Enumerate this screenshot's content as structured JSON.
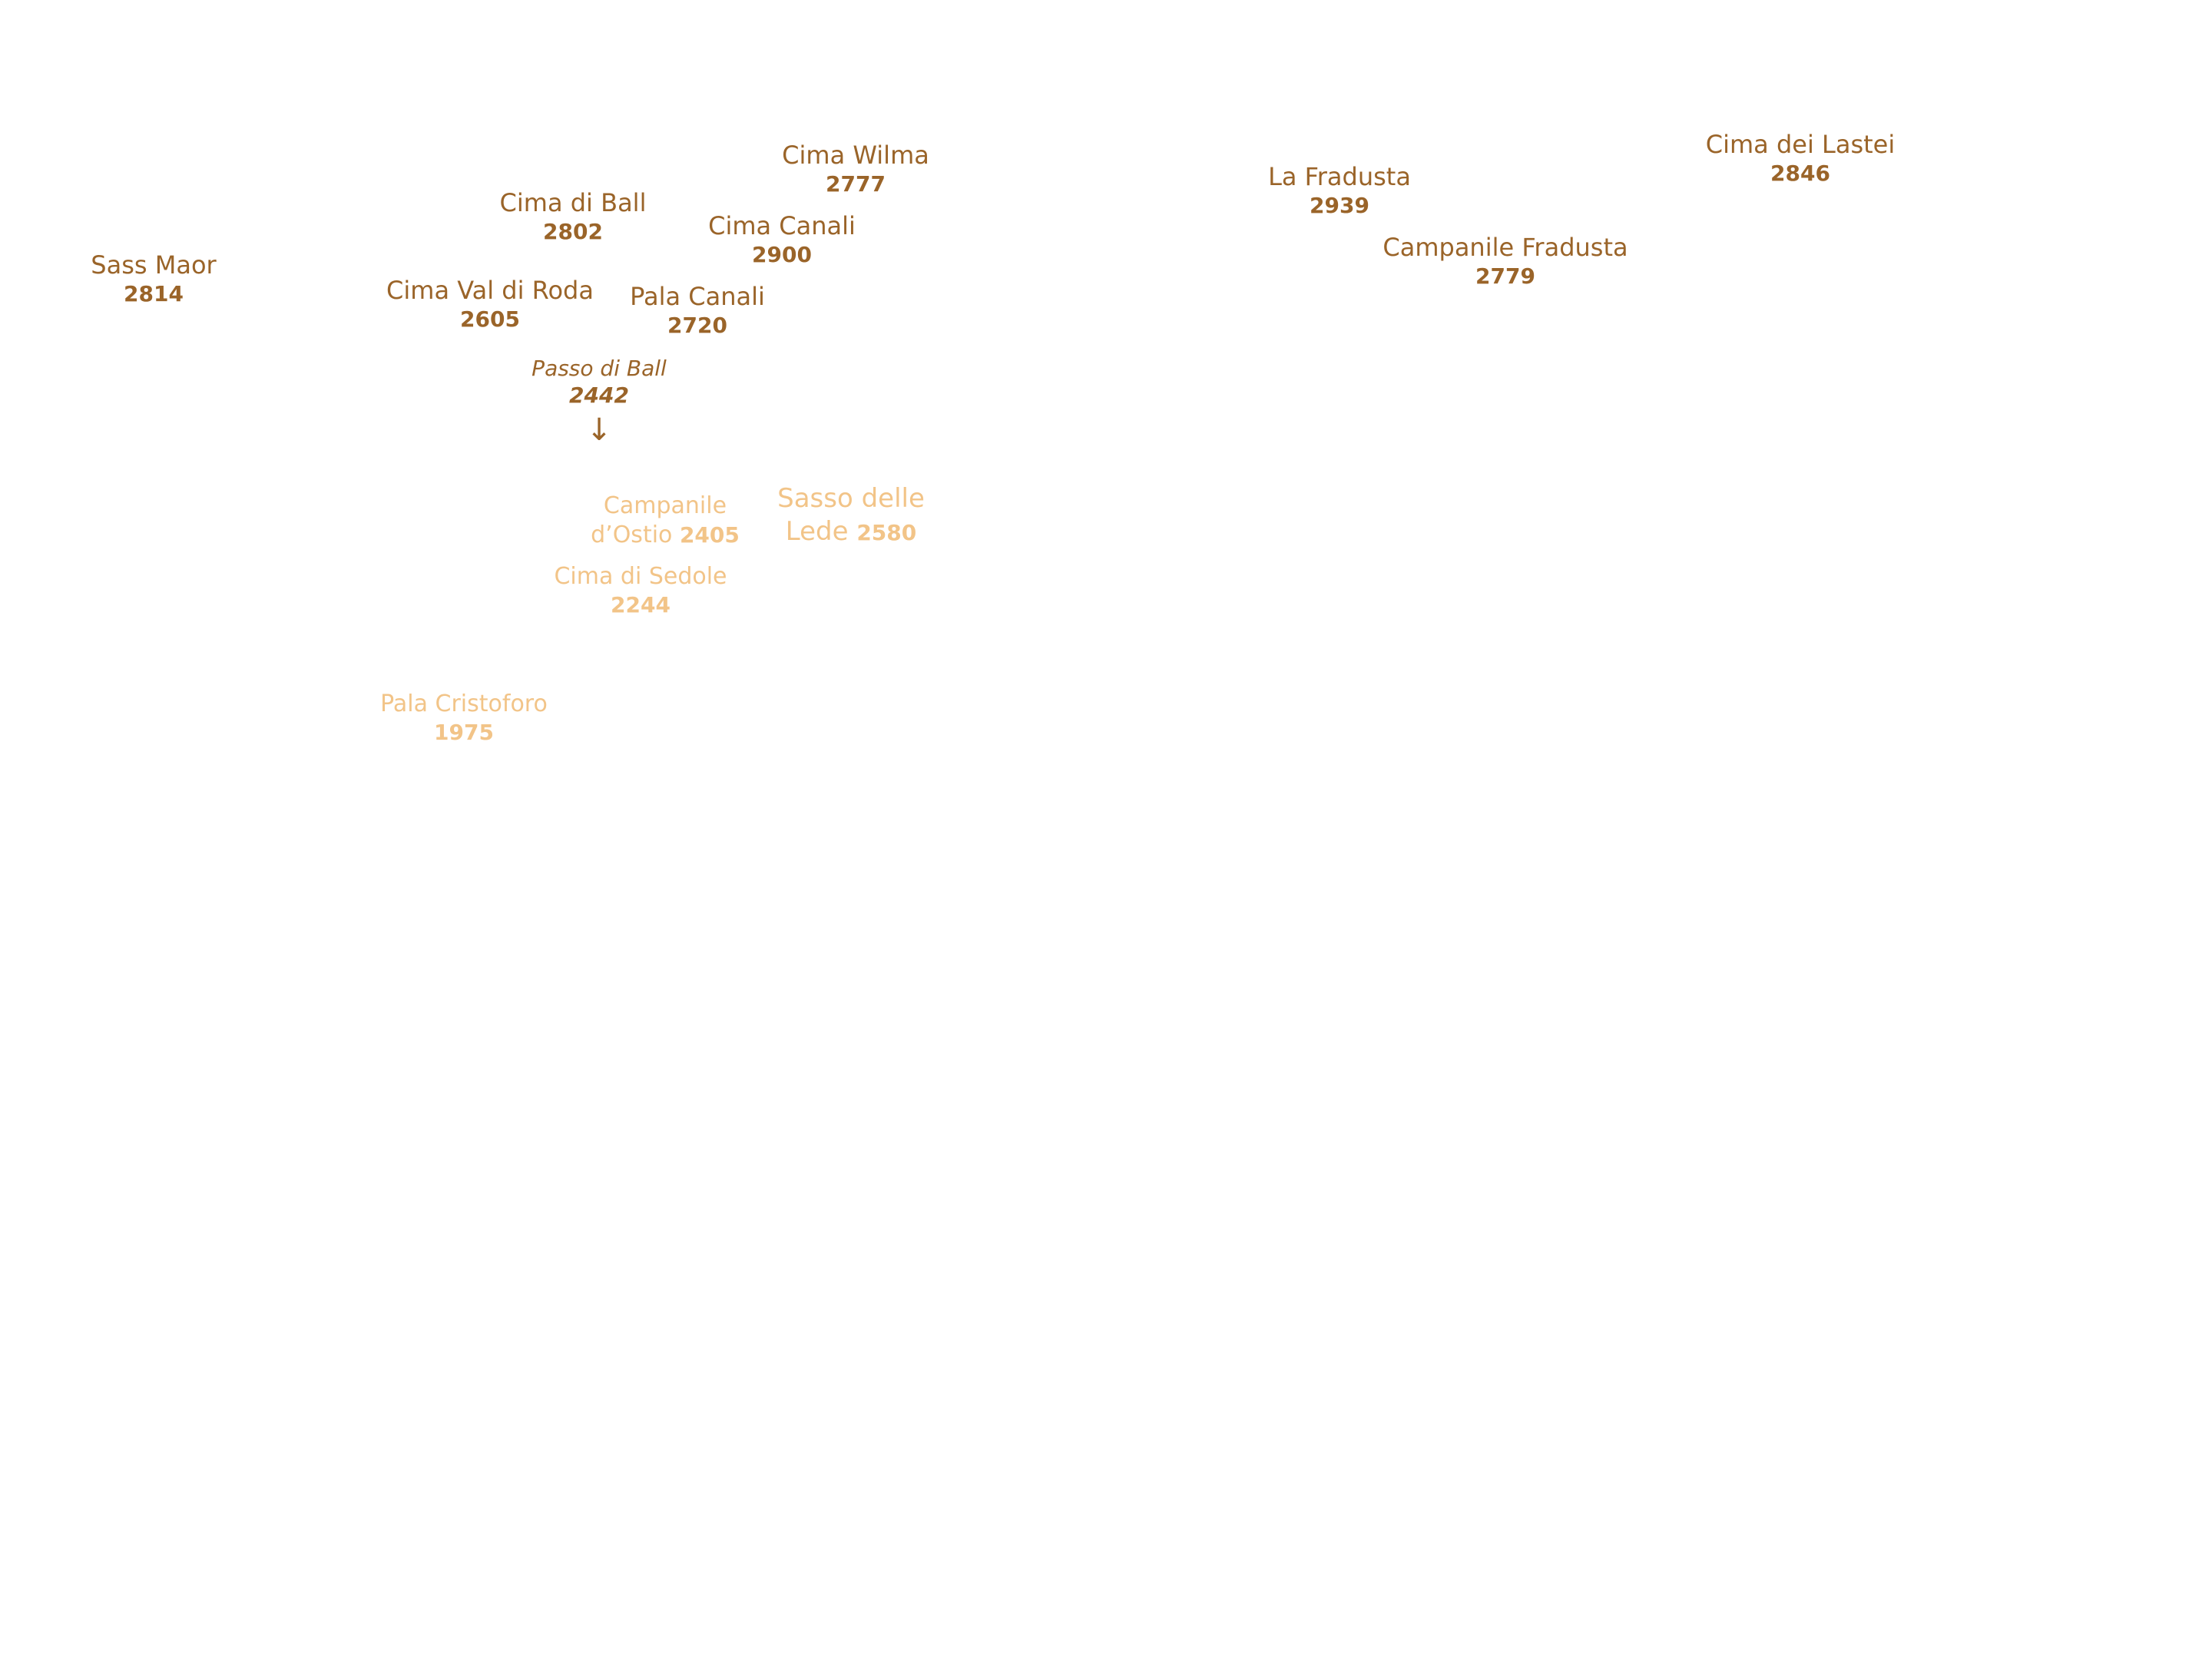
{
  "colors": {
    "dark_label": "#9a6429",
    "light_label": "#f2c488"
  },
  "peaks": {
    "sass_maor": {
      "name": "Sass Maor",
      "elev": "2814"
    },
    "cima_di_ball": {
      "name": "Cima di Ball",
      "elev": "2802"
    },
    "cima_wilma": {
      "name": "Cima Wilma",
      "elev": "2777"
    },
    "cima_canali": {
      "name": "Cima Canali",
      "elev": "2900"
    },
    "cima_val_di_roda": {
      "name": "Cima Val di Roda",
      "elev": "2605"
    },
    "pala_canali": {
      "name": "Pala Canali",
      "elev": "2720"
    },
    "la_fradusta": {
      "name": "La Fradusta",
      "elev": "2939"
    },
    "cima_dei_lastei": {
      "name": "Cima dei Lastei",
      "elev": "2846"
    },
    "campanile_fradusta": {
      "name": "Campanile Fradusta",
      "elev": "2779"
    },
    "campanile_dostio": {
      "name_line1": "Campanile",
      "name_line2": "d’Ostio",
      "elev": "2405"
    },
    "sasso_delle_lede": {
      "name_line1": "Sasso delle",
      "name_line2": "Lede",
      "elev": "2580"
    },
    "cima_di_sedole": {
      "name": "Cima di Sedole",
      "elev": "2244"
    },
    "pala_cristoforo": {
      "name": "Pala Cristoforo",
      "elev": "1975"
    }
  },
  "pass": {
    "passo_di_ball": {
      "name": "Passo di Ball",
      "elev": "2442",
      "arrow": "↓"
    }
  }
}
